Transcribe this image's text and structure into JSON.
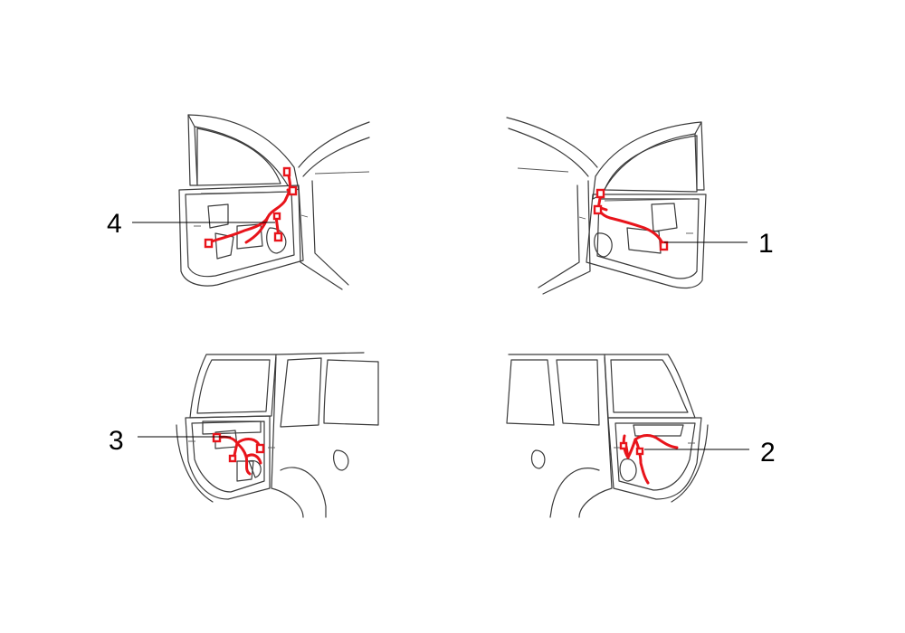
{
  "colors": {
    "harness": "#e8141b",
    "line": "#3a3a3a",
    "background": "#ffffff"
  },
  "callouts": [
    {
      "id": "front-right",
      "label": "1"
    },
    {
      "id": "rear-right",
      "label": "2"
    },
    {
      "id": "rear-left",
      "label": "3"
    },
    {
      "id": "front-left",
      "label": "4"
    }
  ]
}
